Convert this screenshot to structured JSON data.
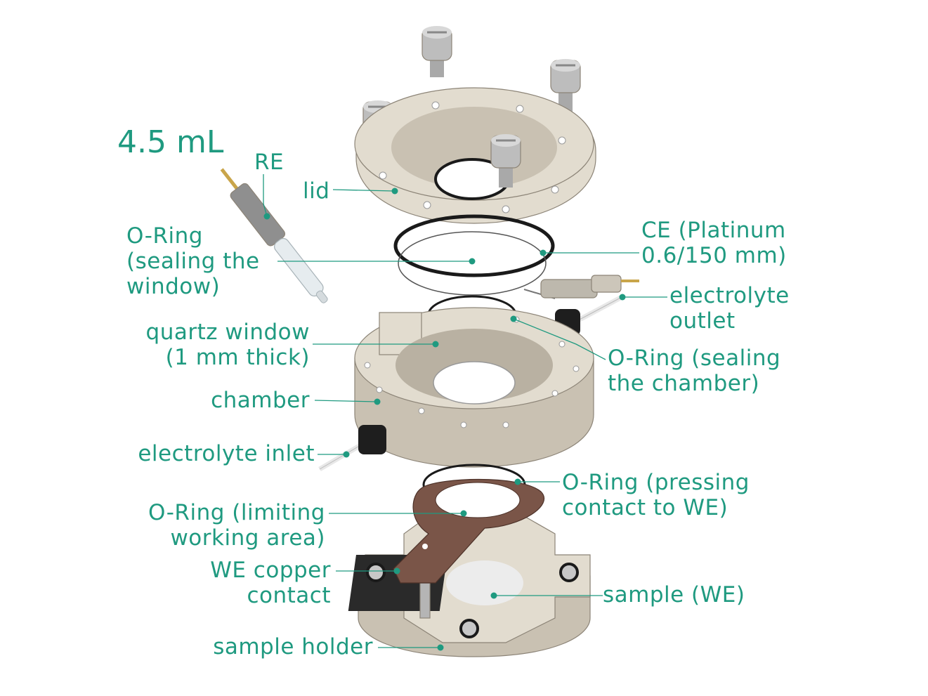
{
  "volume": "4.5 mL",
  "labels": {
    "re": "RE",
    "lid": "lid",
    "oring_window": [
      "O-Ring",
      "(sealing the",
      "window)"
    ],
    "ce": [
      "CE (Platinum",
      "0.6/150 mm)"
    ],
    "electrolyte_outlet": [
      "electrolyte",
      "outlet"
    ],
    "quartz_window": [
      "quartz window",
      "(1 mm thick)"
    ],
    "oring_chamber": [
      "O-Ring (sealing",
      "the chamber)"
    ],
    "chamber": "chamber",
    "electrolyte_inlet": "electrolyte inlet",
    "oring_pressing": [
      "O-Ring (pressing",
      "contact to WE)"
    ],
    "oring_limiting": [
      "O-Ring (limiting",
      "working area)"
    ],
    "we_copper": [
      "WE copper",
      "contact"
    ],
    "sample": "sample (WE)",
    "sample_holder": "sample holder"
  },
  "colors": {
    "label": "#1f9a80",
    "peek": "#e2dccf",
    "peek_shade": "#c9c1b2",
    "copper": "#7a5548",
    "oring": "#1a1a1a"
  }
}
